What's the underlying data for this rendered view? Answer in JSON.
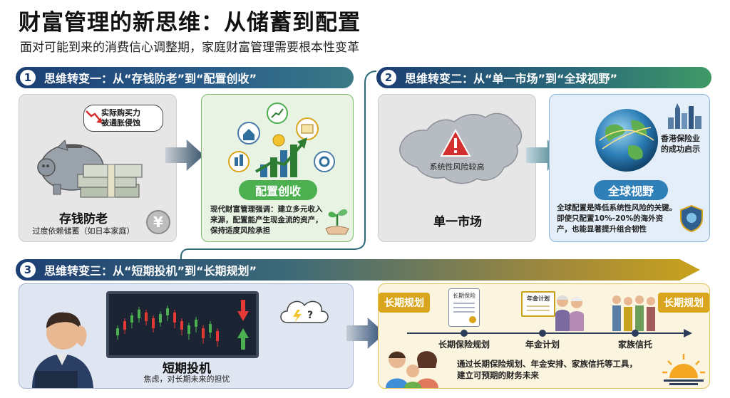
{
  "title": "财富管理的新思维：从储蓄到配置",
  "subtitle": "面对可能到来的消费信心调整期，家庭财富管理需要根本性变革",
  "sections": [
    {
      "number": "1",
      "heading": "思维转变一：从“存钱防老”到“配置创收”",
      "left": {
        "bubble": "实际购买力\n被通胀侵蚀",
        "label": "存钱防老",
        "caption": "过度依赖储蓄（如日本家庭）",
        "currency": "¥"
      },
      "right": {
        "label": "配置创收",
        "caption": "现代财富管理强调：建立多元收入来源，配置能产生现金流的资产，保持适度风险承担"
      }
    },
    {
      "number": "2",
      "heading": "思维转变二：从“单一市场”到“全球视野”",
      "left": {
        "risk_label": "系统性风险较高",
        "label": "单一市场"
      },
      "right": {
        "hk_note": "香港保险业\n的成功启示",
        "label": "全球视野",
        "caption": "全球配置是降低系统性风险的关键。即使只配置10%-20%的海外资产，也能显著提升组合韧性"
      }
    },
    {
      "number": "3",
      "heading": "思维转变三：从“短期投机”到“长期规划”",
      "left": {
        "label": "短期投机",
        "caption": "焦虑，对长期未来的担忧"
      },
      "right": {
        "tag": "长期规划",
        "doc1": "长期保险",
        "doc2": "年金计划",
        "timeline": [
          "长期保险规划",
          "年金计划",
          "家族信托"
        ],
        "caption": "通过长期保险规划、年金安排、家族信托等工具，\n建立可预期的财务未来"
      }
    }
  ],
  "colors": {
    "navy": "#1c3f73",
    "green": "#4caf50",
    "gold": "#d8a51d",
    "red": "#d32f2f"
  }
}
